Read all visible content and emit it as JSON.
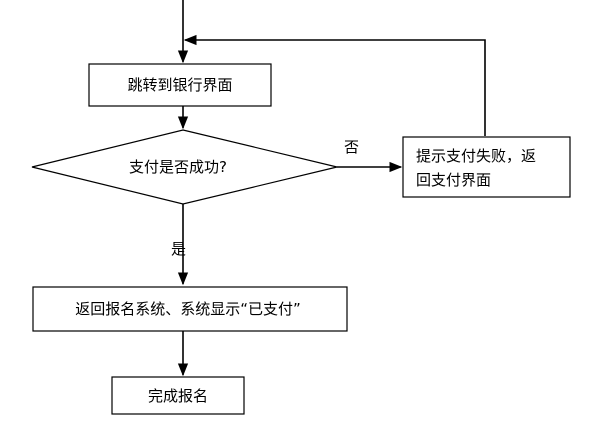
{
  "flowchart": {
    "nodes": {
      "jump_to_bank": "跳转到银行界面",
      "payment_success_question": "支付是否成功?",
      "payment_failed_line1": "提示支付失败，返",
      "payment_failed_line2": "回支付界面",
      "return_system": "返回报名系统、系统显示“已支付”",
      "complete_registration": "完成报名"
    },
    "edge_labels": {
      "no": "否",
      "yes": "是"
    }
  }
}
